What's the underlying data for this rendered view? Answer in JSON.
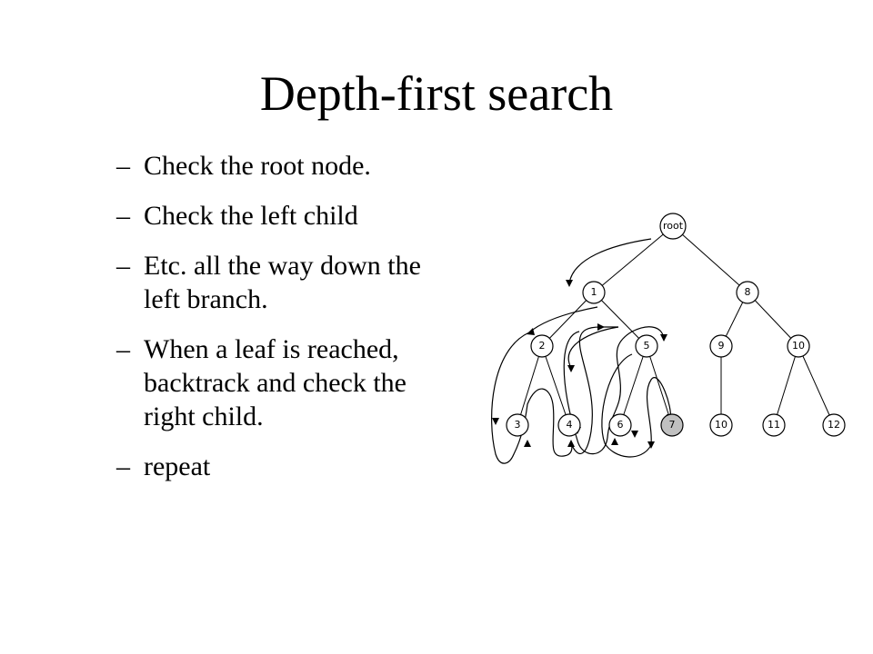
{
  "title": "Depth-first search",
  "bullets": [
    "Check the root node.",
    "Check the left child",
    "Etc. all the way down the left branch.",
    "When a leaf is reached, backtrack and check the right child.",
    "repeat"
  ],
  "bullet_marker": "–",
  "tree": {
    "nodes": [
      {
        "id": "root",
        "label": "root"
      },
      {
        "id": "n1",
        "label": "1"
      },
      {
        "id": "n8",
        "label": "8"
      },
      {
        "id": "n2",
        "label": "2"
      },
      {
        "id": "n5",
        "label": "5"
      },
      {
        "id": "n9",
        "label": "9"
      },
      {
        "id": "n10a",
        "label": "10"
      },
      {
        "id": "n3",
        "label": "3"
      },
      {
        "id": "n4",
        "label": "4"
      },
      {
        "id": "n6",
        "label": "6"
      },
      {
        "id": "n7",
        "label": "7",
        "highlight": true
      },
      {
        "id": "n10b",
        "label": "10"
      },
      {
        "id": "n11",
        "label": "11"
      },
      {
        "id": "n12",
        "label": "12"
      }
    ],
    "highlight_color": "#c0c0c0"
  }
}
